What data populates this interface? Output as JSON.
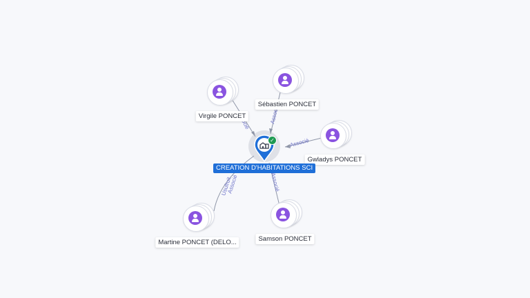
{
  "company": {
    "name": "CREATION D'HABITATIONS SCI",
    "verified_icon": "check-icon",
    "type_icon": "building-icon"
  },
  "people": [
    {
      "name": "Virgile PONCET"
    },
    {
      "name": "Sébastien PONCET"
    },
    {
      "name": "Gwladys PONCET"
    },
    {
      "name": "Samson PONCET"
    },
    {
      "name": "Martine PONCET (DELO..."
    }
  ],
  "relations": [
    {
      "labels": [
        "Associé"
      ]
    },
    {
      "labels": [
        "Associé"
      ]
    },
    {
      "labels": [
        "Associé"
      ]
    },
    {
      "labels": [
        "Associé"
      ]
    },
    {
      "labels": [
        "Usufruit",
        "Associé"
      ]
    }
  ],
  "colors": {
    "accent": "#1f6fd8",
    "person": "#8a54e0",
    "edge_label": "#6f74c9",
    "verified": "#1e9a52"
  }
}
